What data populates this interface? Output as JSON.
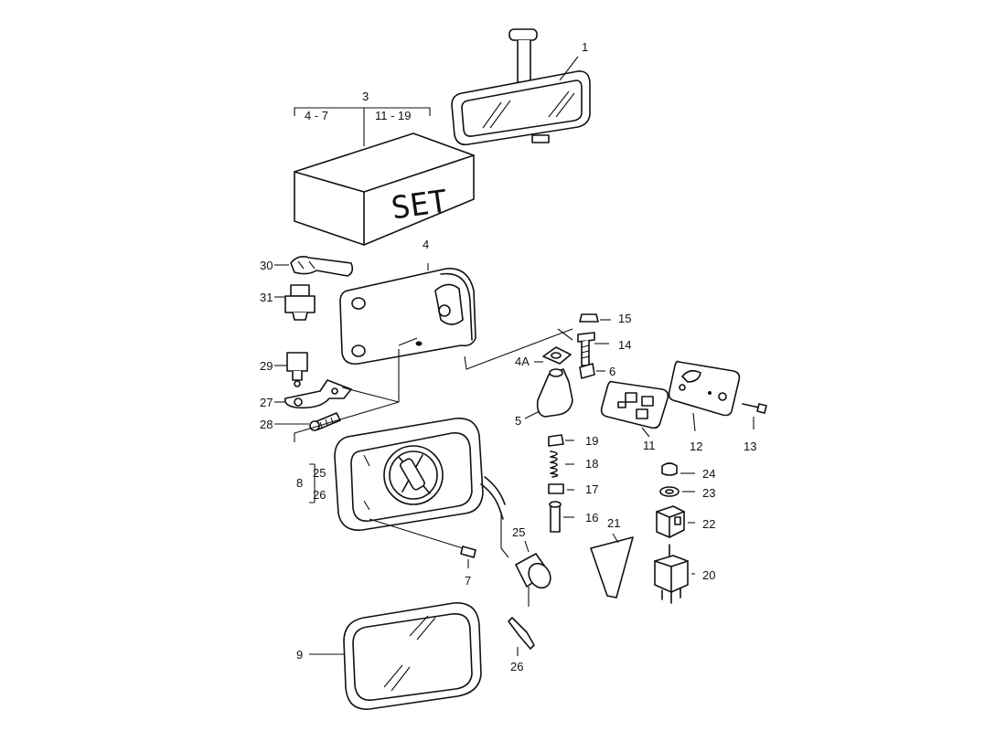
{
  "set_box": {
    "text": "SET",
    "group_label": "3",
    "range_a": "4 - 7",
    "range_b": "11 - 19"
  },
  "labels": {
    "l1": "1",
    "l4": "4",
    "l4a": "4A",
    "l5": "5",
    "l6": "6",
    "l7": "7",
    "l8": "8",
    "l9": "9",
    "l11": "11",
    "l12": "12",
    "l13": "13",
    "l14": "14",
    "l15": "15",
    "l16": "16",
    "l17": "17",
    "l18": "18",
    "l19": "19",
    "l20": "20",
    "l21": "21",
    "l22": "22",
    "l23": "23",
    "l24": "24",
    "l25a": "25",
    "l25b": "25",
    "l26a": "26",
    "l26b": "26",
    "l27": "27",
    "l28": "28",
    "l29": "29",
    "l30": "30",
    "l31": "31"
  }
}
